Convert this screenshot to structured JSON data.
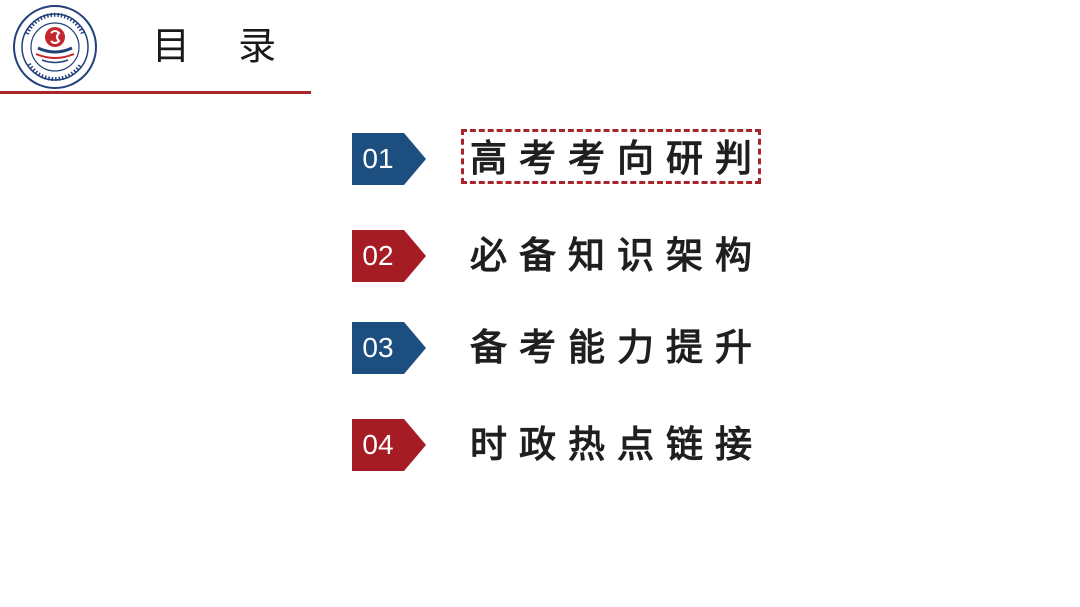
{
  "header": {
    "title": "目 录",
    "logo_icon": "school-emblem-icon"
  },
  "toc": {
    "items": [
      {
        "number": "01",
        "label": "高考考向研判",
        "color": "#1c4e80",
        "selected": true
      },
      {
        "number": "02",
        "label": "必备知识架构",
        "color": "#a51c24",
        "selected": false
      },
      {
        "number": "03",
        "label": "备考能力提升",
        "color": "#1c4e80",
        "selected": false
      },
      {
        "number": "04",
        "label": "时政热点链接",
        "color": "#a51c24",
        "selected": false
      }
    ]
  },
  "colors": {
    "accent_red": "#a8262b",
    "accent_blue": "#1c4e80"
  }
}
